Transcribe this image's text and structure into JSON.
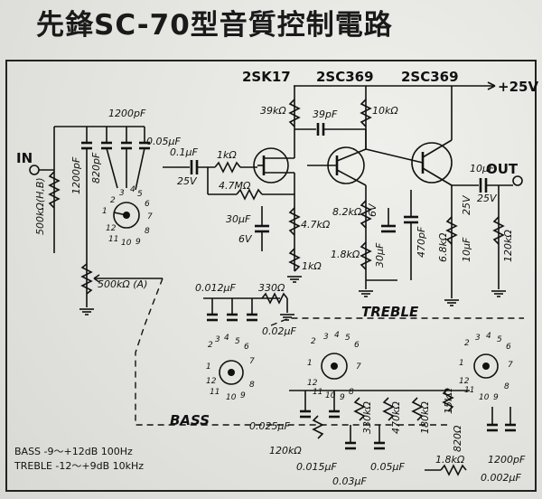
{
  "title": "先鋒SC-70型音質控制電路",
  "transistors": [
    "2SK17",
    "2SC369",
    "2SC369"
  ],
  "supply": "+25V",
  "io": {
    "in": "IN",
    "out": "OUT"
  },
  "sections": {
    "treble": "TREBLE",
    "bass": "BASS"
  },
  "components": {
    "c1200": "1200pF",
    "c1200b": "1200pF",
    "c820": "820pF",
    "c005": "0.05μF",
    "r500hb": "500kΩ(H,B)",
    "r500a": "500kΩ (A)",
    "c01": "0.1μF",
    "v25a": "25V",
    "r1k": "1kΩ",
    "r47m": "4.7MΩ",
    "c30": "30μF",
    "v6": "6V",
    "r47k": "4.7kΩ",
    "r1kb": "1kΩ",
    "r39k": "39kΩ",
    "c39p": "39pF",
    "r10k": "10kΩ",
    "r82k": "8.2kΩ",
    "r18k": "1.8kΩ",
    "c30b": "30μF",
    "v6b": "6V",
    "c470p": "470pF",
    "r68k": "6.8kΩ",
    "c10a": "10μF",
    "v25b": "25V",
    "c10b": "10μF",
    "v25c": "25V",
    "r120k": "120kΩ",
    "c0012": "0.012μF",
    "r330": "330Ω",
    "c002": "0.02μF",
    "c0025": "0.025μF",
    "r120kb": "120kΩ",
    "c0015": "0.015μF",
    "r330k": "330kΩ",
    "c003": "0.03μF",
    "r470k": "470kΩ",
    "c005b": "0.05μF",
    "r180k": "180kΩ",
    "r15k": "15kΩ",
    "r820": "820Ω",
    "r18kb": "1.8kΩ",
    "c1200c": "1200pF",
    "c0002": "0.002μF"
  },
  "specs": {
    "bass": "BASS   -9～+12dB 100Hz",
    "treble": "TREBLE  -12～+9dB 10kHz"
  }
}
